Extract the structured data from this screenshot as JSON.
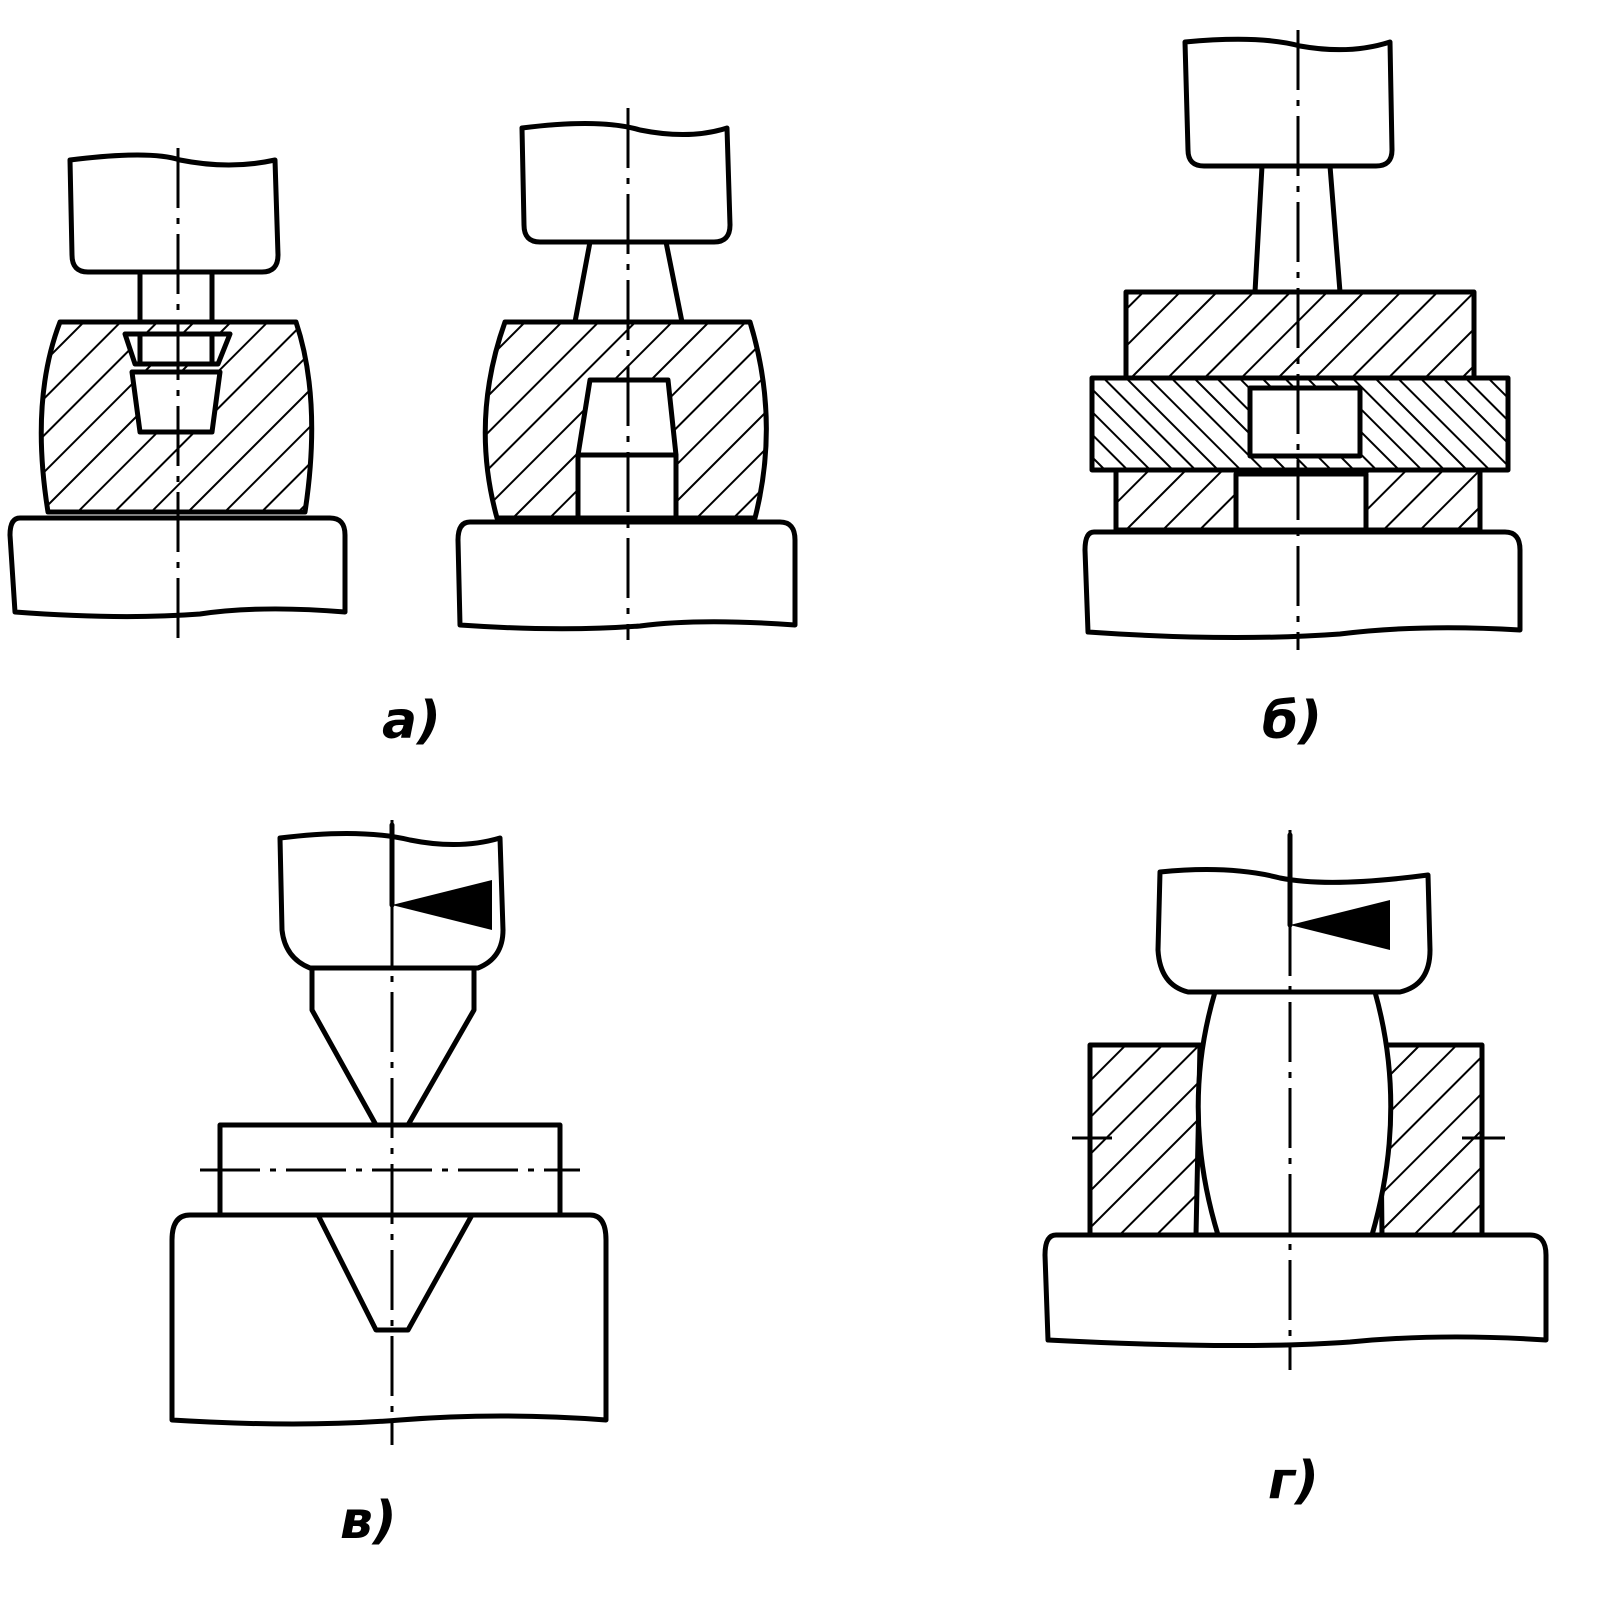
{
  "labels": {
    "a": "а)",
    "b": "б)",
    "v": "в)",
    "g": "г)"
  },
  "colors": {
    "ink": "#000000",
    "paper": "#ffffff"
  }
}
